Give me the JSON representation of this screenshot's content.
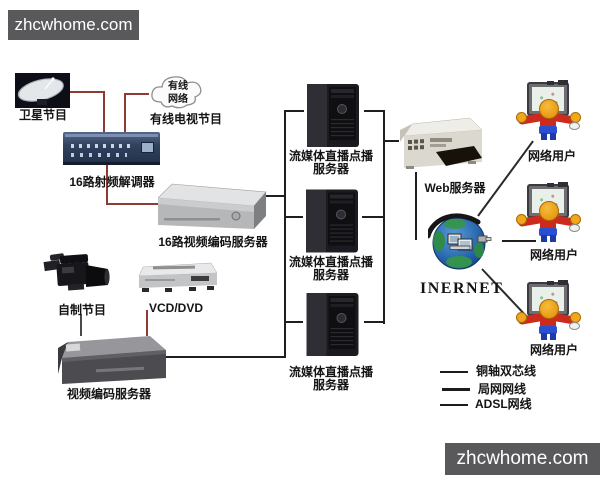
{
  "banner": {
    "text": "zhcwhome.com"
  },
  "colors": {
    "banner_bg": "#59595b",
    "coax_line": "#8f3b34",
    "lan_line": "#1f1f1f"
  },
  "sources": {
    "satellite_label": "卫星节目",
    "cloud_line1": "有线",
    "cloud_line2": "网络",
    "cable_tv_label": "有线电视节目",
    "camera_label": "自制节目",
    "vcd_label": "VCD/DVD"
  },
  "devices": {
    "demodulator_label": "16路射频解调器",
    "encoder16_label": "16路视频编码服务器",
    "video_encoder_label": "视频编码服务器",
    "stream_server_line1": "流媒体直播点播",
    "stream_server_line2": "服务器",
    "web_server_label": "Web服务器"
  },
  "internet": {
    "label": "INERNET"
  },
  "users": {
    "label": "网络用户"
  },
  "legend": {
    "coax": "铜轴双芯线",
    "lan": "局网网线",
    "adsl": "ADSL网线"
  }
}
